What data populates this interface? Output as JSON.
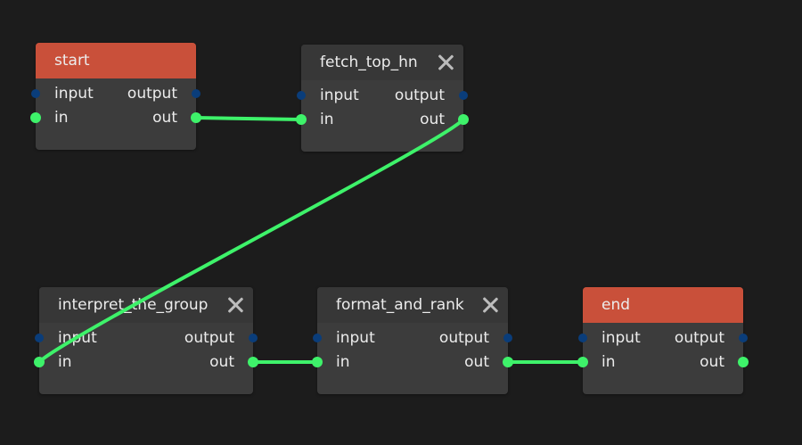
{
  "colors": {
    "background": "#1c1c1c",
    "node_body": "#3c3c3c",
    "node_header": "#373737",
    "special_header": "#c9503a",
    "flow_port": "#3ef26a",
    "data_port": "#0a3d7a",
    "wire": "#3ef26a"
  },
  "nodes": [
    {
      "id": "start",
      "title": "start",
      "special": true,
      "closable": false,
      "ports": {
        "input": "input",
        "output": "output",
        "in": "in",
        "out": "out"
      }
    },
    {
      "id": "fetch_top_hn",
      "title": "fetch_top_hn",
      "special": false,
      "closable": true,
      "ports": {
        "input": "input",
        "output": "output",
        "in": "in",
        "out": "out"
      }
    },
    {
      "id": "interpret_the_group",
      "title": "interpret_the_group",
      "special": false,
      "closable": true,
      "ports": {
        "input": "input",
        "output": "output",
        "in": "in",
        "out": "out"
      }
    },
    {
      "id": "format_and_rank",
      "title": "format_and_rank",
      "special": false,
      "closable": true,
      "ports": {
        "input": "input",
        "output": "output",
        "in": "in",
        "out": "out"
      }
    },
    {
      "id": "end",
      "title": "end",
      "special": true,
      "closable": false,
      "ports": {
        "input": "input",
        "output": "output",
        "in": "in",
        "out": "out"
      }
    }
  ],
  "connections": [
    {
      "from": "start",
      "from_port": "out",
      "to": "fetch_top_hn",
      "to_port": "in"
    },
    {
      "from": "fetch_top_hn",
      "from_port": "out",
      "to": "interpret_the_group",
      "to_port": "in"
    },
    {
      "from": "interpret_the_group",
      "from_port": "out",
      "to": "format_and_rank",
      "to_port": "in"
    },
    {
      "from": "format_and_rank",
      "from_port": "out",
      "to": "end",
      "to_port": "in"
    }
  ]
}
